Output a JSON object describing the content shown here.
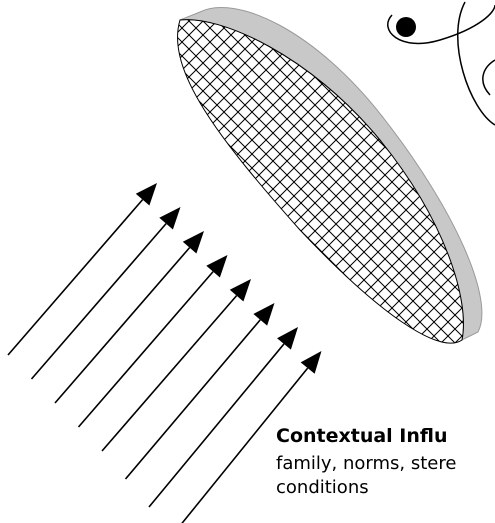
{
  "diagram": {
    "arrow_count": 8,
    "colors": {
      "arrow": "#000000",
      "lens_rim": "#c8c8c8",
      "lens_hatch": "#000000",
      "background": "#ffffff"
    },
    "icons": [
      "atom-orbit-icon"
    ]
  },
  "context_label": {
    "title": "Contextual Influ",
    "body_line1": "family, norms, stere",
    "body_line2": "conditions"
  }
}
